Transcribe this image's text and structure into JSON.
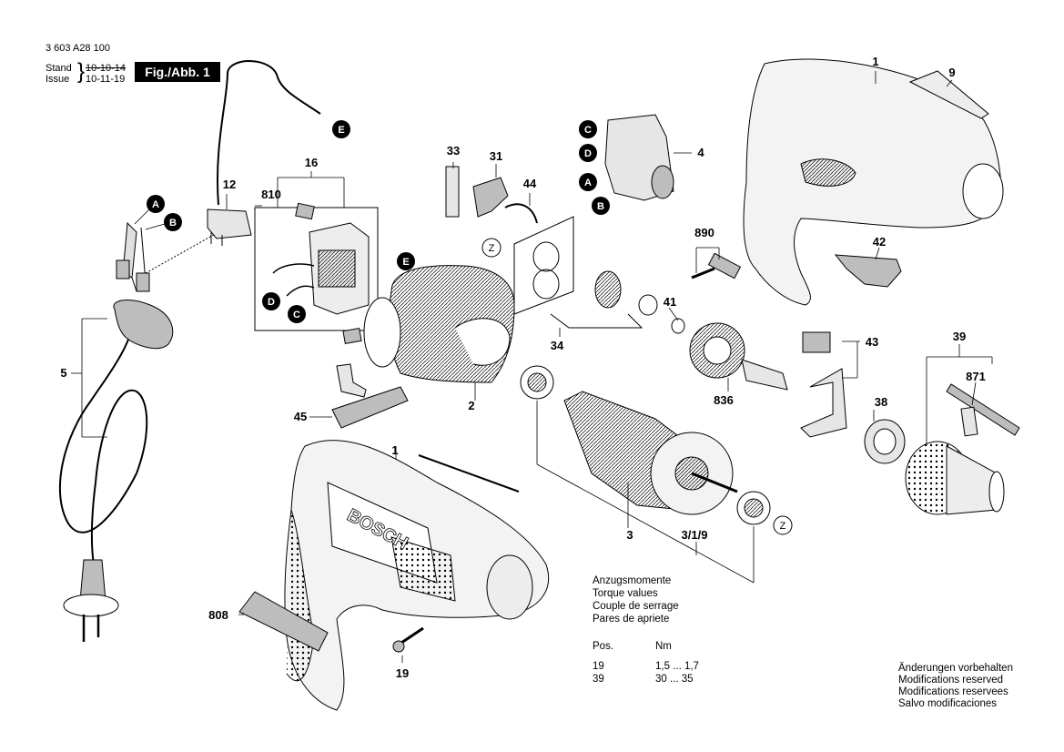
{
  "header": {
    "doc_number": "3 603 A28 100",
    "stand_label": "Stand",
    "issue_label": "Issue",
    "stand_date": "10-10-14",
    "issue_date": "10-11-19",
    "fig_label": "Fig./Abb. 1"
  },
  "part_labels": {
    "p1_top": "1",
    "p1_bottom": "1",
    "p2": "2",
    "p3": "3",
    "p3_1_9": "3/1/9",
    "p4": "4",
    "p5": "5",
    "p9": "9",
    "p12": "12",
    "p16": "16",
    "p19": "19",
    "p31": "31",
    "p33": "33",
    "p34": "34",
    "p38": "38",
    "p39": "39",
    "p41": "41",
    "p42": "42",
    "p43": "43",
    "p44": "44",
    "p45": "45",
    "p808": "808",
    "p810": "810",
    "p836": "836",
    "p871": "871",
    "p890": "890"
  },
  "markers": {
    "A": "A",
    "B": "B",
    "C": "C",
    "D": "D",
    "E": "E",
    "Z": "Z"
  },
  "brand_logo": "BOSCH",
  "torque": {
    "title_de": "Anzugsmomente",
    "title_en": "Torque values",
    "title_fr": "Couple de serrage",
    "title_es": "Pares de apriete",
    "col_pos": "Pos.",
    "col_nm": "Nm",
    "rows": [
      {
        "pos": "19",
        "nm": "1,5 ... 1,7"
      },
      {
        "pos": "39",
        "nm": "30 ... 35"
      }
    ]
  },
  "disclaimer": {
    "de": "Änderungen vorbehalten",
    "en": "Modifications reserved",
    "fr": "Modifications reservees",
    "es": "Salvo modificaciones"
  },
  "colors": {
    "ink": "#000000",
    "paper": "#ffffff",
    "shade": "#bdbdbd"
  }
}
